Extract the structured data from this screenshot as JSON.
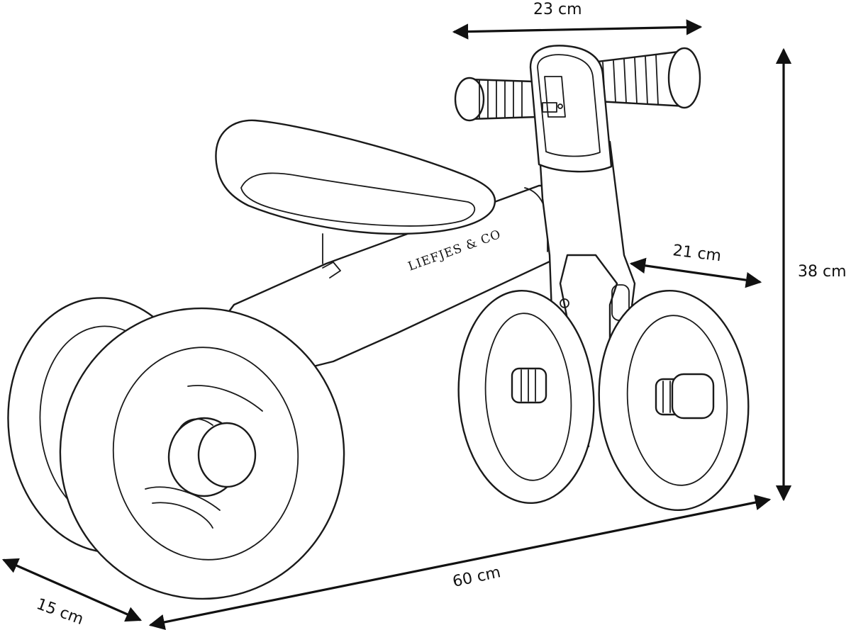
{
  "brand": "LIEFJES & CO",
  "dimensions": {
    "handlebar_width": "23 cm",
    "height": "38 cm",
    "front_axle_width": "21 cm",
    "length": "60 cm",
    "rear_depth": "15 cm"
  },
  "colors": {
    "line": "#1a1a1a",
    "background": "#ffffff"
  }
}
